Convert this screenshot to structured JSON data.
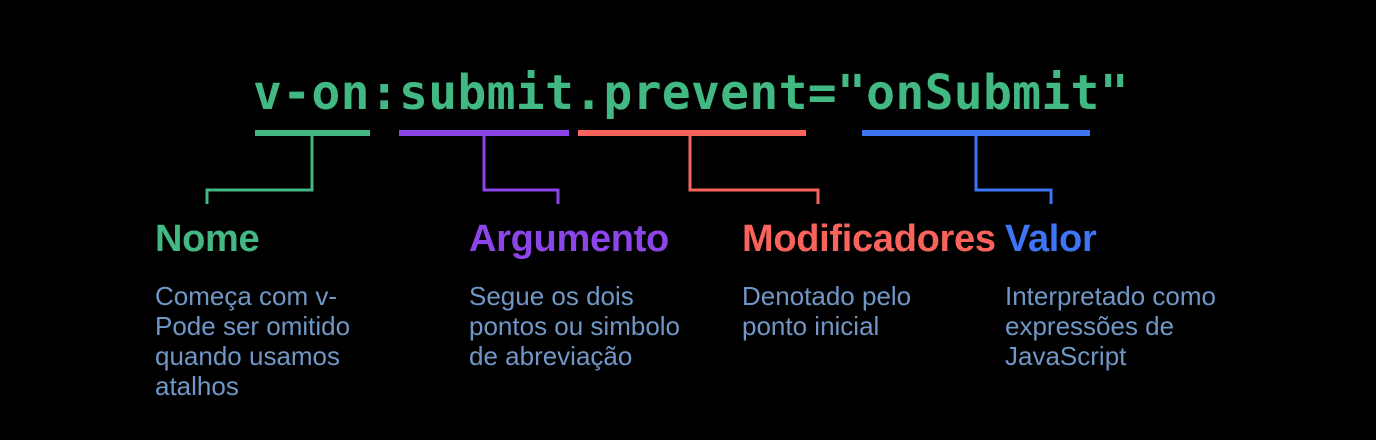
{
  "diagram": {
    "background_color": "#000000",
    "code": "v-on:submit.prevent=\"onSubmit\"",
    "code_color": "#42b883",
    "description_color": "#7097c6",
    "annotations": [
      {
        "token": "v-on",
        "label": "Nome",
        "description": "Começa com v-\nPode ser omitido\nquando usamos\natalhos",
        "color": "#42b883"
      },
      {
        "token": "submit",
        "label": "Argumento",
        "description": "Segue os dois\npontos ou simbolo\nde abreviação",
        "color": "#8b45e8"
      },
      {
        "token": ".prevent",
        "label": "Modificadores",
        "description": "Denotado pelo\nponto inicial",
        "color": "#f9635c"
      },
      {
        "token": "onSubmit",
        "label": "Valor",
        "description": "Interpretado como\nexpressões de\nJavaScript",
        "color": "#3e74f6"
      }
    ]
  }
}
